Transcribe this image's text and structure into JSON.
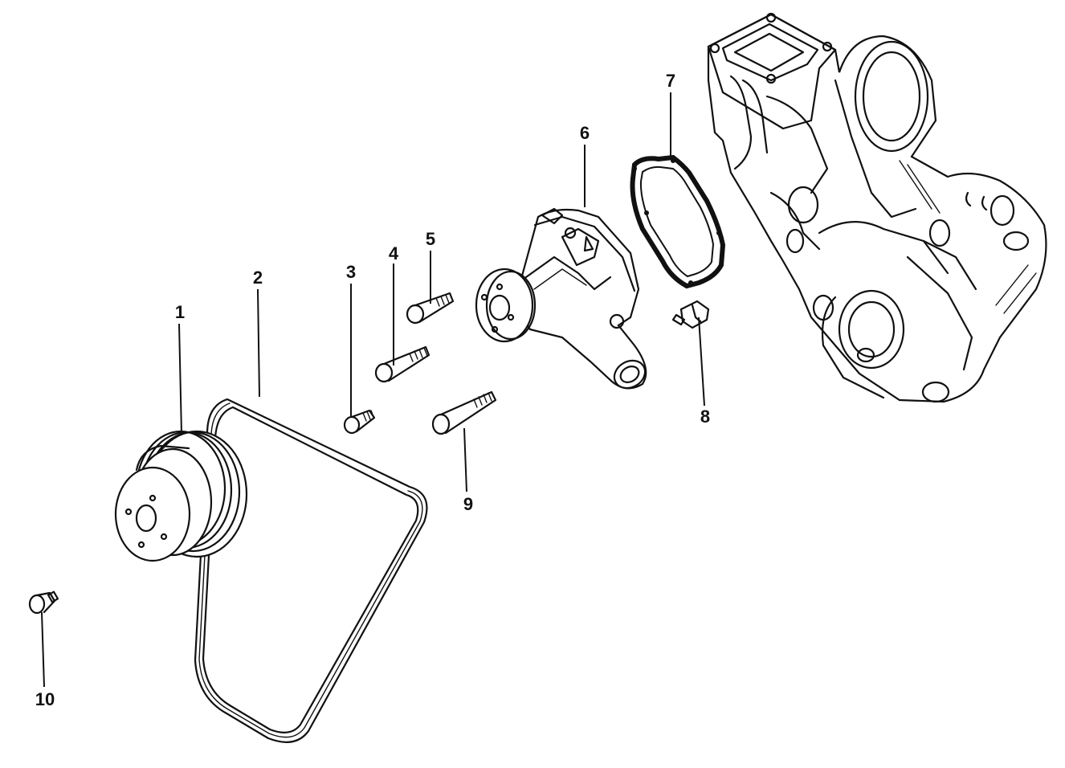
{
  "diagram": {
    "type": "exploded-parts",
    "parts": [
      {
        "id": "1",
        "label": "1",
        "icon": "pulley-icon"
      },
      {
        "id": "2",
        "label": "2",
        "icon": "v-belt-icon"
      },
      {
        "id": "3",
        "label": "3",
        "icon": "bolt-icon"
      },
      {
        "id": "4",
        "label": "4",
        "icon": "bolt-icon"
      },
      {
        "id": "5",
        "label": "5",
        "icon": "bolt-icon"
      },
      {
        "id": "6",
        "label": "6",
        "icon": "water-pump-icon"
      },
      {
        "id": "7",
        "label": "7",
        "icon": "gasket-icon"
      },
      {
        "id": "8",
        "label": "8",
        "icon": "temperature-switch-icon"
      },
      {
        "id": "9",
        "label": "9",
        "icon": "bolt-icon"
      },
      {
        "id": "10",
        "label": "10",
        "icon": "plug-icon"
      }
    ]
  }
}
